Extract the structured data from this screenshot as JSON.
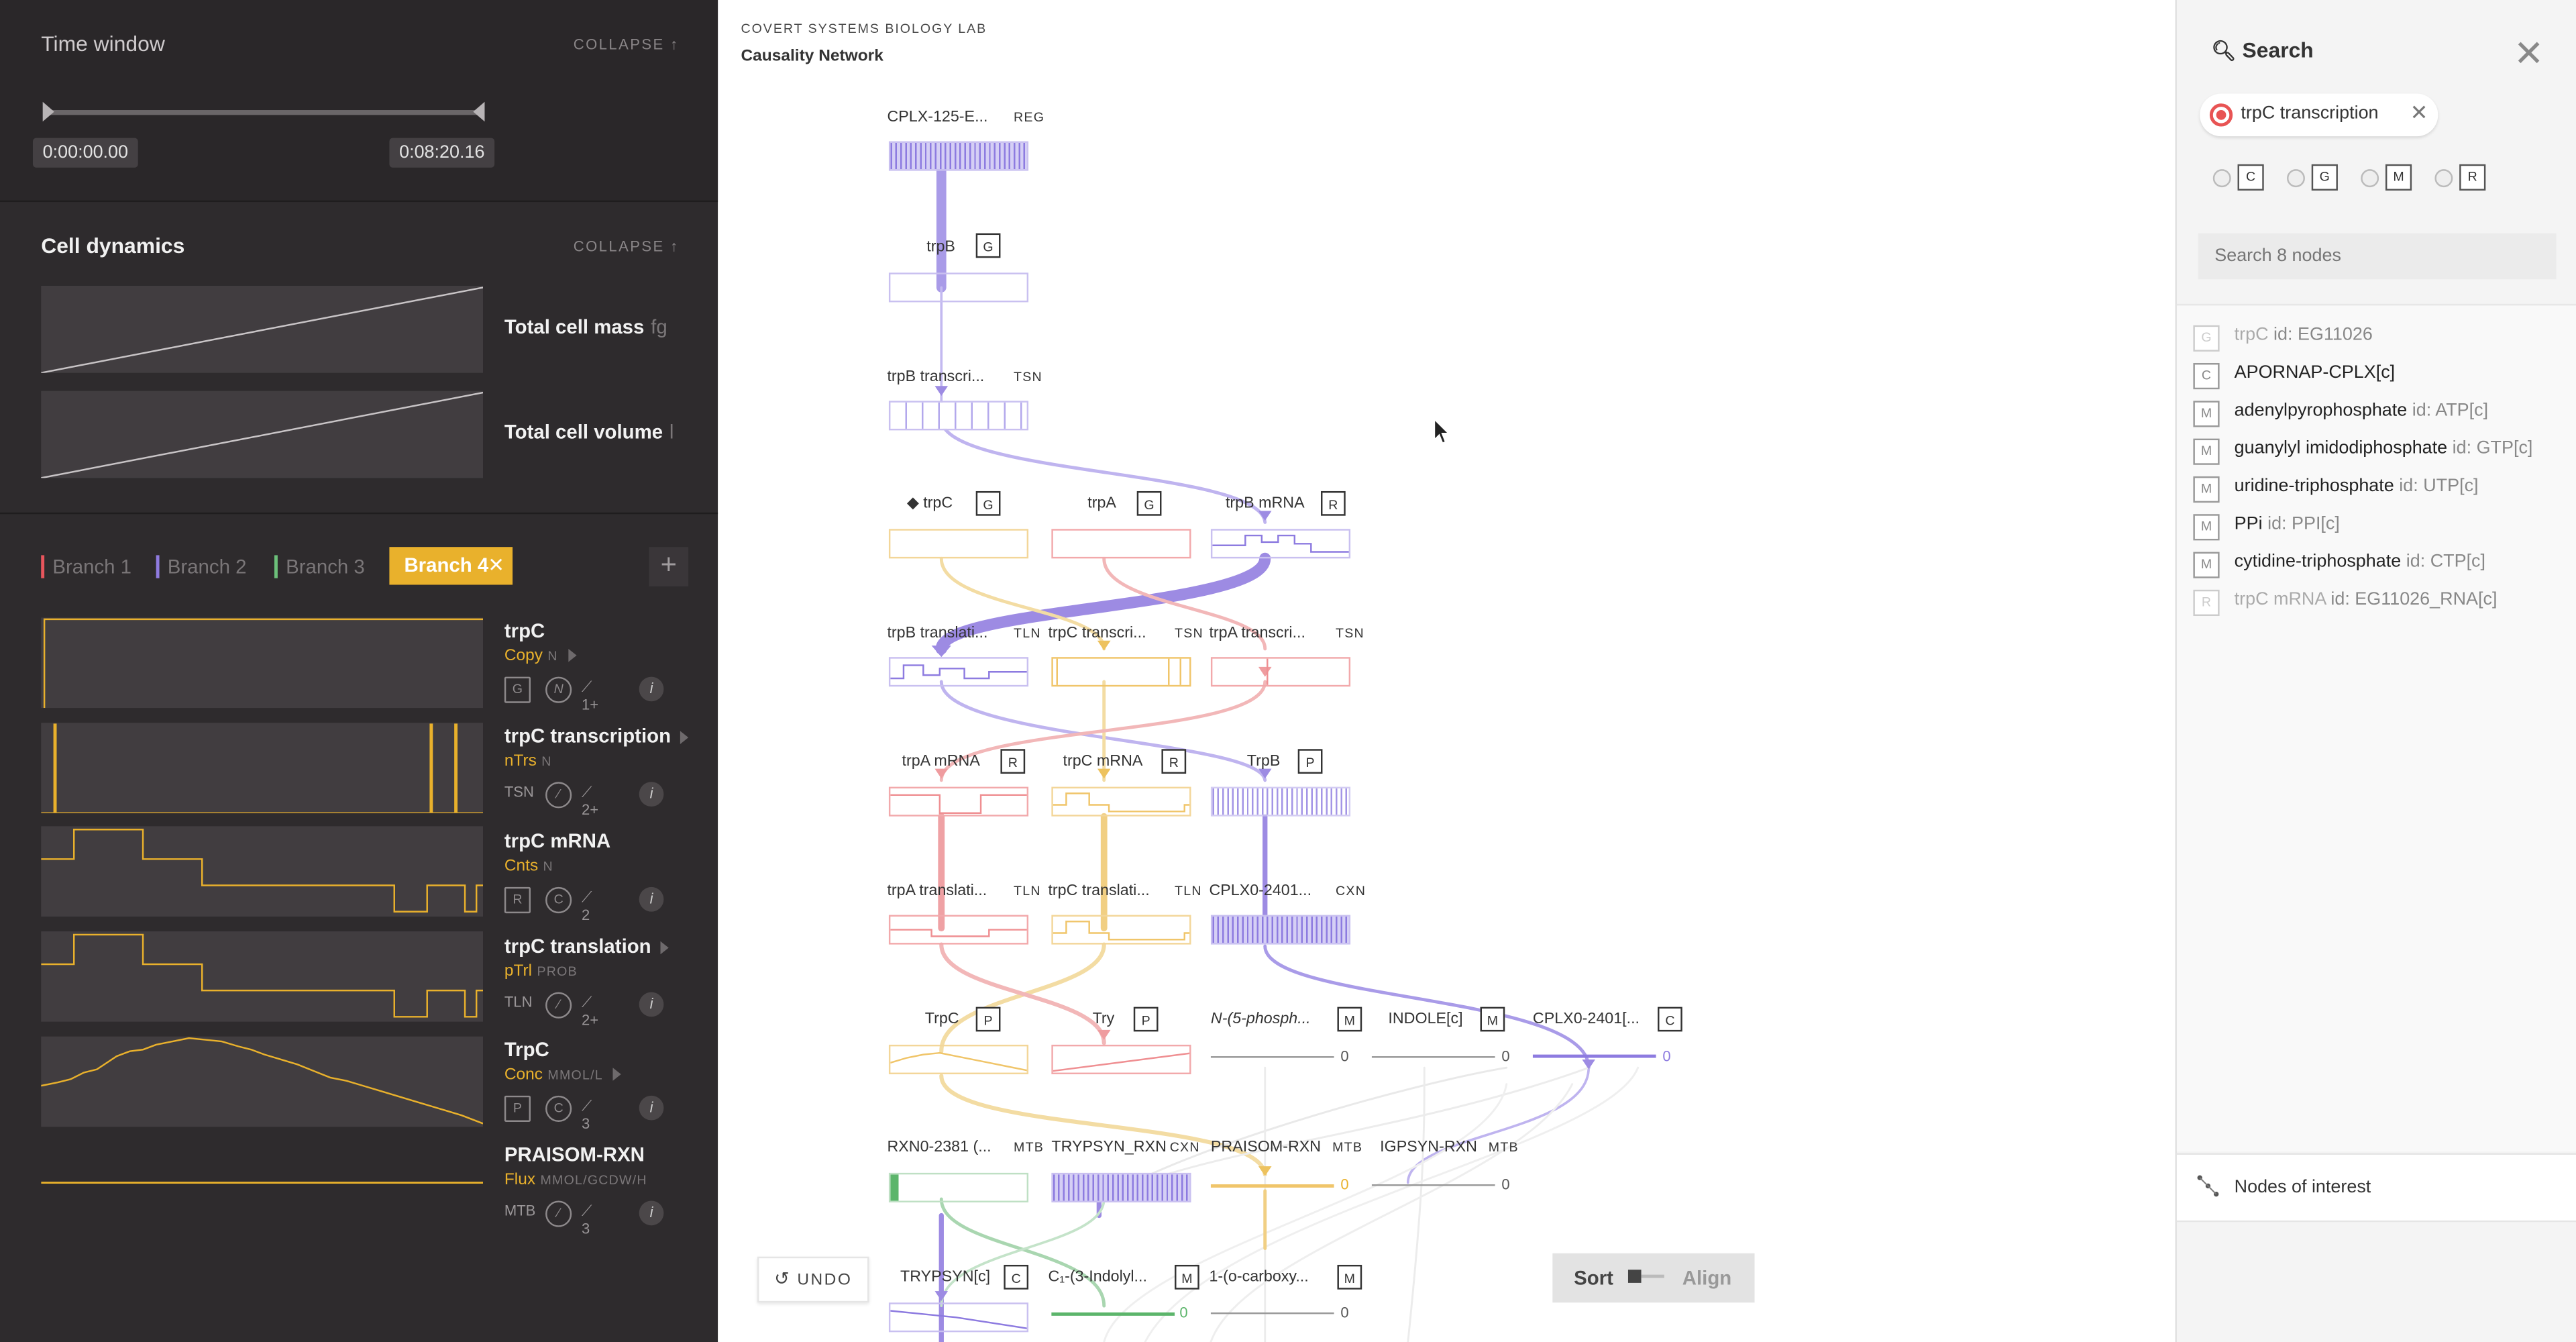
{
  "left_panel": {
    "time_window": {
      "title": "Time window",
      "collapse_label": "COLLAPSE ↑",
      "start_time": "0:00:00.00",
      "end_time": "0:08:20.16"
    },
    "cell_dynamics": {
      "title": "Cell dynamics",
      "collapse_label": "COLLAPSE ↑",
      "plots": [
        {
          "label": "Total cell mass",
          "unit": "fg"
        },
        {
          "label": "Total cell volume",
          "unit": "l"
        }
      ]
    },
    "branches": {
      "tabs": [
        {
          "label": "Branch 1",
          "color": "#e8555c"
        },
        {
          "label": "Branch 2",
          "color": "#8f7be0"
        },
        {
          "label": "Branch 3",
          "color": "#6cc07a"
        }
      ],
      "active": {
        "label": "Branch 4",
        "color": "#e9b12c"
      },
      "close_glyph": "✕",
      "add_glyph": "+"
    },
    "variables": [
      {
        "name": "trpC",
        "measure": "Copy",
        "unit": "N",
        "type": "G",
        "icon2": "N",
        "links": "1+"
      },
      {
        "name": "trpC transcription",
        "measure": "nTrs",
        "unit": "N",
        "type": "TSN",
        "links": "2+"
      },
      {
        "name": "trpC mRNA",
        "measure": "Cnts",
        "unit": "N",
        "type": "R",
        "icon2": "C",
        "links": "2"
      },
      {
        "name": "trpC translation",
        "measure": "pTrl",
        "unit": "PROB",
        "type": "TLN",
        "links": "2+"
      },
      {
        "name": "TrpC",
        "measure": "Conc",
        "unit": "MMOL/L",
        "type": "P",
        "icon2": "C",
        "links": "3"
      },
      {
        "name": "PRAISOM-RXN",
        "measure": "Flux",
        "unit": "MMOL/GCDW/H",
        "type": "MTB",
        "links": "3"
      }
    ],
    "info_glyph": "i"
  },
  "center": {
    "lab": "COVERT SYSTEMS BIOLOGY LAB",
    "title": "Causality Network",
    "nodes": [
      {
        "label": "CPLX-125-E...",
        "tag": "REG"
      },
      {
        "label": "trpB",
        "box": "G"
      },
      {
        "label": "trpB transcri...",
        "tag": "TSN"
      },
      {
        "label": "◆ trpC",
        "box": "G"
      },
      {
        "label": "trpA",
        "box": "G"
      },
      {
        "label": "trpB mRNA",
        "box": "R"
      },
      {
        "label": "trpB translati...",
        "tag": "TLN"
      },
      {
        "label": "trpC transcri...",
        "tag": "TSN"
      },
      {
        "label": "trpA transcri...",
        "tag": "TSN"
      },
      {
        "label": "trpA mRNA",
        "box": "R"
      },
      {
        "label": "trpC mRNA",
        "box": "R"
      },
      {
        "label": "TrpB",
        "box": "P"
      },
      {
        "label": "trpA translati...",
        "tag": "TLN"
      },
      {
        "label": "trpC translati...",
        "tag": "TLN"
      },
      {
        "label": "CPLX0-2401...",
        "tag": "CXN"
      },
      {
        "label": "TrpC",
        "box": "P"
      },
      {
        "label": "Try",
        "box": "P"
      },
      {
        "label": "N-(5-phosph...",
        "box": "M"
      },
      {
        "label": "INDOLE[c]",
        "box": "M"
      },
      {
        "label": "CPLX0-2401[...",
        "box": "C"
      },
      {
        "label": "RXN0-2381 (...",
        "tag": "MTB"
      },
      {
        "label": "TRYPSYN_RXN",
        "tag": "CXN"
      },
      {
        "label": "PRAISOM-RXN",
        "tag": "MTB"
      },
      {
        "label": "IGPSYN-RXN",
        "tag": "MTB"
      },
      {
        "label": "TRYPSYN[c]",
        "box": "C"
      },
      {
        "label": "C₁-(3-Indolyl...",
        "box": "M"
      },
      {
        "label": "1-(o-carboxy...",
        "box": "M"
      }
    ],
    "zero_value": "0",
    "undo_label": "UNDO",
    "sort_label": "Sort",
    "align_label": "Align"
  },
  "right_panel": {
    "search_title": "Search",
    "active_chip": "trpC transcription",
    "filters": [
      "C",
      "G",
      "M",
      "R"
    ],
    "search_placeholder": "Search 8 nodes",
    "results": [
      {
        "type": "G",
        "name": "trpC",
        "id": "id: EG11026",
        "dim": true
      },
      {
        "type": "C",
        "name": "APORNAP-CPLX[c]",
        "id": ""
      },
      {
        "type": "M",
        "name": "adenylpyrophosphate",
        "id": "id: ATP[c]"
      },
      {
        "type": "M",
        "name": "guanylyl imidodiphosphate",
        "id": "id: GTP[c]"
      },
      {
        "type": "M",
        "name": "uridine-triphosphate",
        "id": "id: UTP[c]"
      },
      {
        "type": "M",
        "name": "PPi",
        "id": "id: PPI[c]"
      },
      {
        "type": "M",
        "name": "cytidine-triphosphate",
        "id": "id: CTP[c]"
      },
      {
        "type": "R",
        "name": "trpC mRNA",
        "id": "id: EG11026_RNA[c]",
        "dim": true
      }
    ],
    "nodes_of_interest": "Nodes of interest"
  }
}
